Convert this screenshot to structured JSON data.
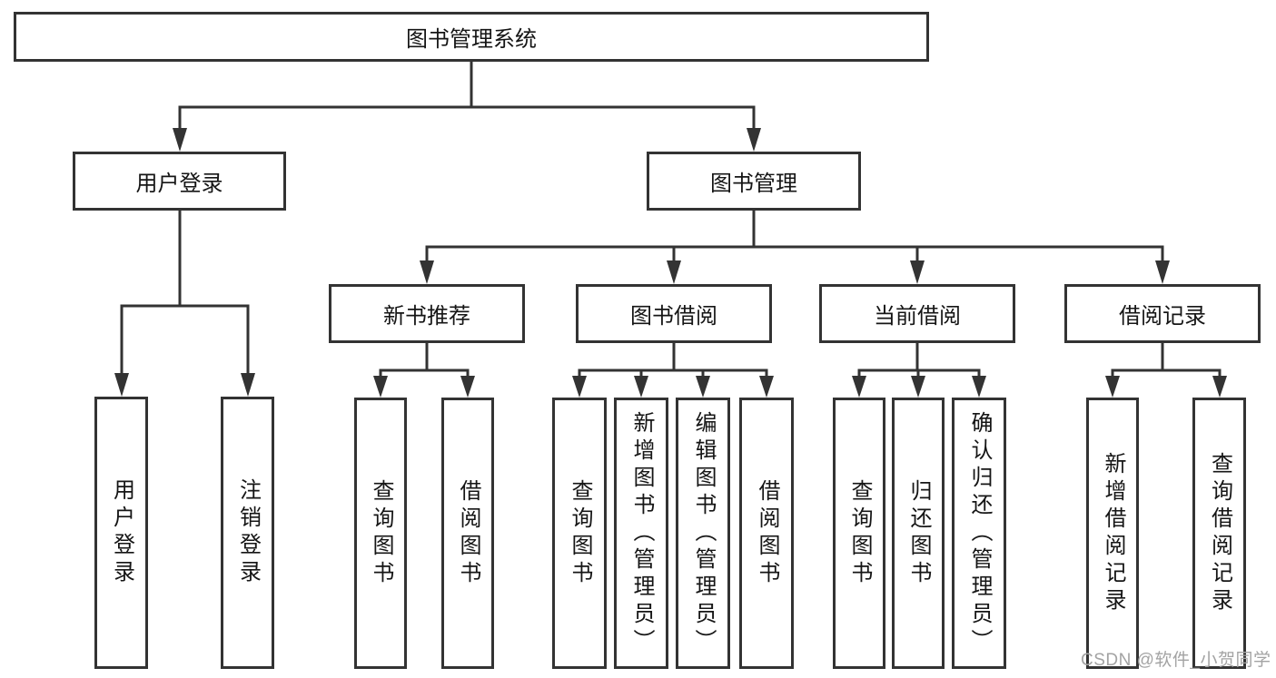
{
  "tree": {
    "label": "图书管理系统",
    "children": [
      {
        "label": "用户登录",
        "children": [
          {
            "label": "用户登录"
          },
          {
            "label": "注销登录"
          }
        ]
      },
      {
        "label": "图书管理",
        "children": [
          {
            "label": "新书推荐",
            "children": [
              {
                "label": "查询图书"
              },
              {
                "label": "借阅图书"
              }
            ]
          },
          {
            "label": "图书借阅",
            "children": [
              {
                "label": "查询图书"
              },
              {
                "label": "新增图书（管理员）"
              },
              {
                "label": "编辑图书（管理员）"
              },
              {
                "label": "借阅图书"
              }
            ]
          },
          {
            "label": "当前借阅",
            "children": [
              {
                "label": "查询图书"
              },
              {
                "label": "归还图书"
              },
              {
                "label": "确认归还（管理员）"
              }
            ]
          },
          {
            "label": "借阅记录",
            "children": [
              {
                "label": "新增借阅记录"
              },
              {
                "label": "查询借阅记录"
              }
            ]
          }
        ]
      }
    ]
  },
  "watermark": {
    "text": "CSDN @软件_小贺同学"
  },
  "colors": {
    "line": "#333333",
    "text": "#151515",
    "watermark": "#a3a3a3",
    "background": "#ffffff"
  }
}
